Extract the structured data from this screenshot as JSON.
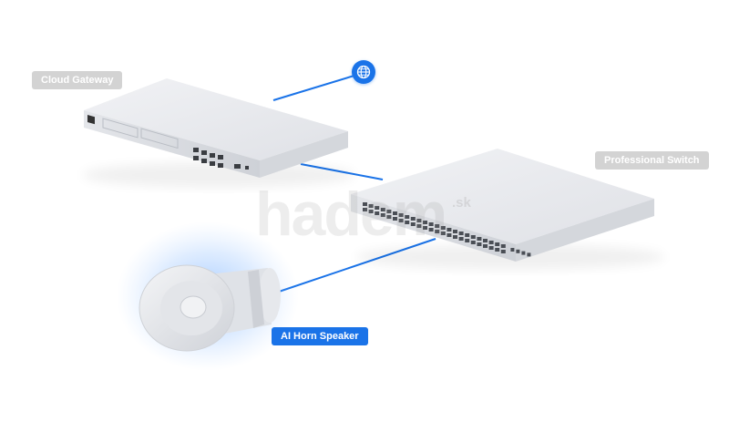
{
  "labels": {
    "cloud_gateway": "Cloud Gateway",
    "professional_switch": "Professional Switch",
    "ai_horn_speaker": "AI Horn Speaker"
  },
  "watermark": {
    "brand": "hadem",
    "tld": ".sk"
  },
  "icons": {
    "internet": "globe-icon"
  },
  "colors": {
    "accent": "#1a73e8",
    "label_grey": "#d3d3d3",
    "device_body": "#e9ebef",
    "connection_line": "#1a73e8"
  }
}
